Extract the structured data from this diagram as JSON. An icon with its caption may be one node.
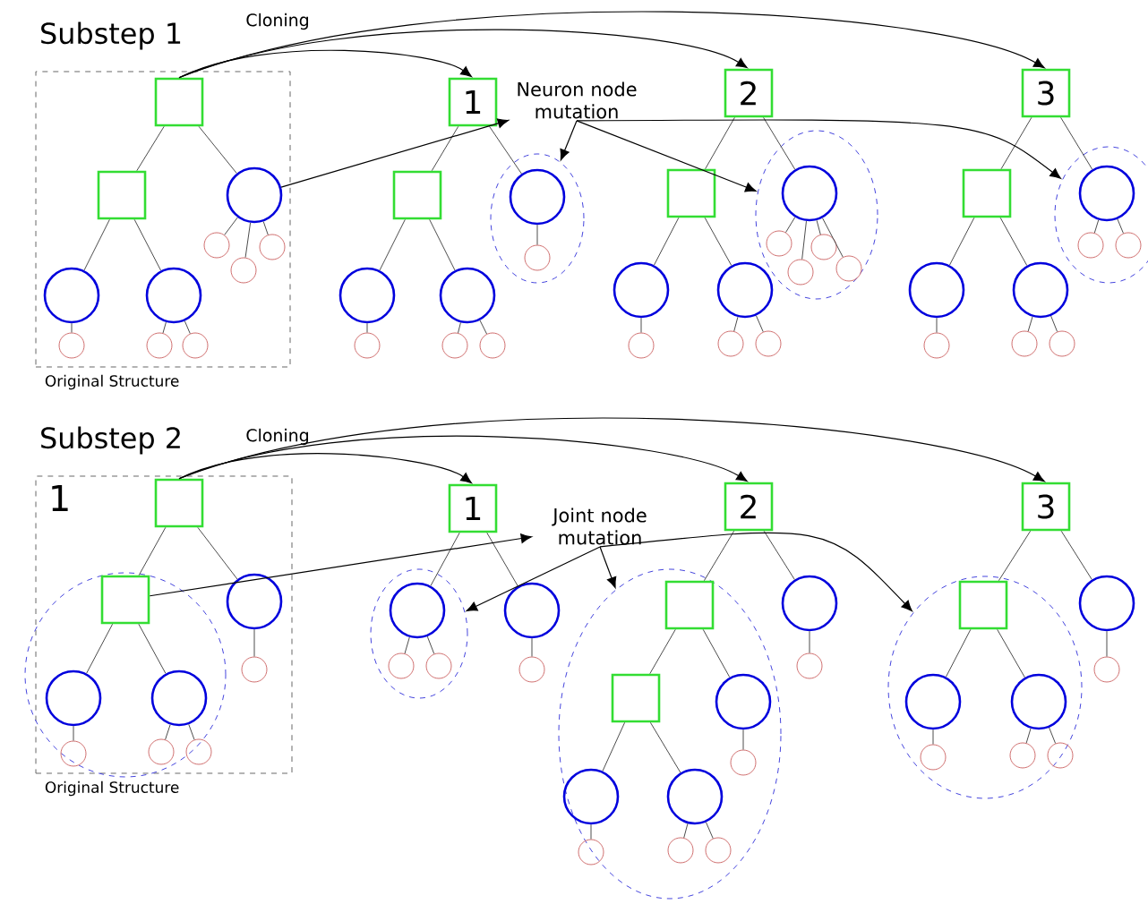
{
  "diagram": {
    "nodes": [
      {
        "text": [
          "Original Structure"
        ]
      },
      {
        "text": [],
        "shape": "box",
        "in": 0
      },
      {
        "text": [],
        "shape": "box",
        "in": 0
      },
      {
        "text": [],
        "shape": "circle",
        "in": 0
      },
      {
        "text": [],
        "shape": "circle",
        "in": 0
      },
      {
        "text": [],
        "shape": "circle",
        "in": 0
      },
      {
        "text": [],
        "shape": "circle",
        "in": 0
      },
      {
        "text": [],
        "shape": "circle",
        "in": 0
      },
      {
        "text": [],
        "shape": "circle",
        "in": 0
      },
      {
        "text": [],
        "shape": "circle",
        "in": 0
      },
      {
        "text": [],
        "shape": "circle",
        "in": 0
      },
      {
        "text": [],
        "shape": "circle",
        "in": 0
      },
      {
        "text": [
          "1"
        ]
      },
      {
        "text": [],
        "shape": "box"
      },
      {
        "text": [],
        "shape": "ellipse"
      },
      {
        "text": [],
        "shape": "circle",
        "in": 14
      },
      {
        "text": [],
        "shape": "circle",
        "in": 14
      },
      {
        "text": [],
        "shape": "circle"
      },
      {
        "text": [],
        "shape": "circle"
      },
      {
        "text": [],
        "shape": "circle"
      },
      {
        "text": [],
        "shape": "circle"
      },
      {
        "text": [],
        "shape": "circle"
      },
      {
        "text": [
          "Neuron node mutation"
        ]
      },
      {
        "text": [
          "2"
        ]
      },
      {
        "text": [],
        "shape": "box"
      },
      {
        "text": [],
        "shape": "ellipse"
      },
      {
        "text": [],
        "shape": "circle",
        "in": 25
      },
      {
        "text": [],
        "shape": "circle",
        "in": 25
      },
      {
        "text": [],
        "shape": "circle",
        "in": 25
      },
      {
        "text": [],
        "shape": "circle",
        "in": 25
      },
      {
        "text": [],
        "shape": "circle",
        "in": 25
      },
      {
        "text": [],
        "shape": "circle"
      },
      {
        "text": [],
        "shape": "circle"
      },
      {
        "text": [],
        "shape": "circle"
      },
      {
        "text": [],
        "shape": "circle"
      },
      {
        "text": [],
        "shape": "circle"
      },
      {
        "text": [
          "3"
        ]
      },
      {
        "text": [],
        "shape": "box"
      },
      {
        "text": [],
        "shape": "ellipse"
      },
      {
        "text": [],
        "shape": "circle",
        "in": 38
      },
      {
        "text": [],
        "shape": "circle",
        "in": 38
      },
      {
        "text": [],
        "shape": "circle",
        "in": 38
      },
      {
        "text": [],
        "shape": "circle"
      },
      {
        "text": [],
        "shape": "circle"
      },
      {
        "text": [],
        "shape": "circle"
      },
      {
        "text": [],
        "shape": "circle"
      },
      {
        "text": [],
        "shape": "circle"
      },
      {
        "text": [
          "1",
          "Original Structure"
        ]
      },
      {
        "text": [],
        "shape": "box",
        "in": 47
      },
      {
        "text": [],
        "shape": "ellipse"
      },
      {
        "text": [],
        "shape": "box",
        "in": 49
      },
      {
        "text": [],
        "shape": "circle",
        "in": 47
      },
      {
        "text": [],
        "shape": "circle",
        "in": 47
      },
      {
        "text": [],
        "shape": "circle",
        "in": 49
      },
      {
        "text": [],
        "shape": "circle",
        "in": 49
      },
      {
        "text": [],
        "shape": "circle",
        "in": 49
      },
      {
        "text": [],
        "shape": "circle",
        "in": 49
      },
      {
        "text": [],
        "shape": "circle",
        "in": 49
      },
      {
        "text": [
          "1"
        ]
      },
      {
        "text": [],
        "shape": "ellipse"
      },
      {
        "text": [],
        "shape": "circle",
        "in": 59
      },
      {
        "text": [],
        "shape": "circle",
        "in": 59
      },
      {
        "text": [],
        "shape": "circle",
        "in": 59
      },
      {
        "text": [],
        "shape": "circle"
      },
      {
        "text": [],
        "shape": "circle"
      },
      {
        "text": [
          "Joint node mutation"
        ]
      },
      {
        "text": [
          "2"
        ]
      },
      {
        "text": [],
        "shape": "ellipse"
      },
      {
        "text": [],
        "shape": "box",
        "in": 67
      },
      {
        "text": [],
        "shape": "box",
        "in": 67
      },
      {
        "text": [],
        "shape": "circle",
        "in": 67
      },
      {
        "text": [],
        "shape": "circle",
        "in": 67
      },
      {
        "text": [],
        "shape": "circle",
        "in": 67
      },
      {
        "text": [],
        "shape": "circle",
        "in": 67
      },
      {
        "text": [],
        "shape": "circle"
      },
      {
        "text": [],
        "shape": "circle",
        "in": 67
      },
      {
        "text": [],
        "shape": "circle",
        "in": 67
      },
      {
        "text": [],
        "shape": "circle"
      },
      {
        "text": [],
        "shape": "circle"
      },
      {
        "text": [
          "3"
        ]
      },
      {
        "text": [],
        "shape": "ellipse"
      },
      {
        "text": [],
        "shape": "box",
        "in": 80
      },
      {
        "text": [],
        "shape": "circle",
        "in": 80
      },
      {
        "text": [],
        "shape": "circle",
        "in": 80
      },
      {
        "text": [],
        "shape": "circle",
        "in": 80
      },
      {
        "text": [],
        "shape": "circle",
        "in": 80
      },
      {
        "text": [],
        "shape": "circle",
        "in": 80
      },
      {
        "text": [],
        "shape": "circle"
      },
      {
        "text": [],
        "shape": "circle"
      }
    ],
    "edges": [
      {
        "from": 1,
        "to": 2,
        "arrow": "none"
      },
      {
        "from": 1,
        "to": 3,
        "arrow": "none"
      },
      {
        "from": 2,
        "to": 4,
        "arrow": "none"
      },
      {
        "from": 2,
        "to": 5,
        "arrow": "none"
      },
      {
        "from": 4,
        "to": 6,
        "arrow": "none"
      },
      {
        "from": 5,
        "to": 7,
        "arrow": "none"
      },
      {
        "from": 5,
        "to": 8,
        "arrow": "none"
      },
      {
        "from": 3,
        "to": 9,
        "arrow": "none"
      },
      {
        "from": 3,
        "to": 10,
        "arrow": "none"
      },
      {
        "from": 3,
        "to": 11,
        "arrow": "none"
      },
      {
        "from": 12,
        "to": 13,
        "arrow": "none"
      },
      {
        "from": 12,
        "to": 15,
        "arrow": "none"
      },
      {
        "from": 13,
        "to": 17,
        "arrow": "none"
      },
      {
        "from": 13,
        "to": 18,
        "arrow": "none"
      },
      {
        "from": 17,
        "to": 19,
        "arrow": "none"
      },
      {
        "from": 18,
        "to": 20,
        "arrow": "none"
      },
      {
        "from": 18,
        "to": 21,
        "arrow": "none"
      },
      {
        "from": 15,
        "to": 16,
        "arrow": "none"
      },
      {
        "from": 23,
        "to": 24,
        "arrow": "none"
      },
      {
        "from": 23,
        "to": 26,
        "arrow": "none"
      },
      {
        "from": 24,
        "to": 31,
        "arrow": "none"
      },
      {
        "from": 24,
        "to": 32,
        "arrow": "none"
      },
      {
        "from": 31,
        "to": 33,
        "arrow": "none"
      },
      {
        "from": 32,
        "to": 34,
        "arrow": "none"
      },
      {
        "from": 32,
        "to": 35,
        "arrow": "none"
      },
      {
        "from": 26,
        "to": 27,
        "arrow": "none"
      },
      {
        "from": 26,
        "to": 28,
        "arrow": "none"
      },
      {
        "from": 26,
        "to": 29,
        "arrow": "none"
      },
      {
        "from": 26,
        "to": 30,
        "arrow": "none"
      },
      {
        "from": 36,
        "to": 37,
        "arrow": "none"
      },
      {
        "from": 36,
        "to": 39,
        "arrow": "none"
      },
      {
        "from": 37,
        "to": 42,
        "arrow": "none"
      },
      {
        "from": 37,
        "to": 43,
        "arrow": "none"
      },
      {
        "from": 42,
        "to": 44,
        "arrow": "none"
      },
      {
        "from": 43,
        "to": 45,
        "arrow": "none"
      },
      {
        "from": 43,
        "to": 46,
        "arrow": "none"
      },
      {
        "from": 39,
        "to": 40,
        "arrow": "none"
      },
      {
        "from": 39,
        "to": 41,
        "arrow": "none"
      },
      {
        "from": 1,
        "to": 12,
        "arrow": "to",
        "label": "Cloning"
      },
      {
        "from": 1,
        "to": 23,
        "arrow": "to"
      },
      {
        "from": 1,
        "to": 36,
        "arrow": "to"
      },
      {
        "from": 3,
        "to": 22,
        "arrow": "to"
      },
      {
        "from": 22,
        "to": 14,
        "arrow": "to"
      },
      {
        "from": 22,
        "to": 25,
        "arrow": "to"
      },
      {
        "from": 22,
        "to": 38,
        "arrow": "to"
      },
      {
        "from": 48,
        "to": 50,
        "arrow": "none"
      },
      {
        "from": 48,
        "to": 51,
        "arrow": "none"
      },
      {
        "from": 51,
        "to": 52,
        "arrow": "none"
      },
      {
        "from": 50,
        "to": 53,
        "arrow": "none"
      },
      {
        "from": 50,
        "to": 54,
        "arrow": "none"
      },
      {
        "from": 53,
        "to": 55,
        "arrow": "none"
      },
      {
        "from": 54,
        "to": 56,
        "arrow": "none"
      },
      {
        "from": 54,
        "to": 57,
        "arrow": "none"
      },
      {
        "from": 58,
        "to": 60,
        "arrow": "none"
      },
      {
        "from": 58,
        "to": 63,
        "arrow": "none"
      },
      {
        "from": 60,
        "to": 61,
        "arrow": "none"
      },
      {
        "from": 60,
        "to": 62,
        "arrow": "none"
      },
      {
        "from": 63,
        "to": 64,
        "arrow": "none"
      },
      {
        "from": 66,
        "to": 68,
        "arrow": "none"
      },
      {
        "from": 66,
        "to": 77,
        "arrow": "none"
      },
      {
        "from": 77,
        "to": 78,
        "arrow": "none"
      },
      {
        "from": 68,
        "to": 69,
        "arrow": "none"
      },
      {
        "from": 68,
        "to": 70,
        "arrow": "none"
      },
      {
        "from": 70,
        "to": 71,
        "arrow": "none"
      },
      {
        "from": 69,
        "to": 72,
        "arrow": "none"
      },
      {
        "from": 69,
        "to": 73,
        "arrow": "none"
      },
      {
        "from": 72,
        "to": 74,
        "arrow": "none"
      },
      {
        "from": 73,
        "to": 75,
        "arrow": "none"
      },
      {
        "from": 73,
        "to": 76,
        "arrow": "none"
      },
      {
        "from": 79,
        "to": 81,
        "arrow": "none"
      },
      {
        "from": 79,
        "to": 87,
        "arrow": "none"
      },
      {
        "from": 87,
        "to": 88,
        "arrow": "none"
      },
      {
        "from": 81,
        "to": 82,
        "arrow": "none"
      },
      {
        "from": 81,
        "to": 83,
        "arrow": "none"
      },
      {
        "from": 82,
        "to": 84,
        "arrow": "none"
      },
      {
        "from": 83,
        "to": 85,
        "arrow": "none"
      },
      {
        "from": 83,
        "to": 86,
        "arrow": "none"
      },
      {
        "from": 48,
        "to": 58,
        "arrow": "to",
        "label": "Cloning"
      },
      {
        "from": 48,
        "to": 66,
        "arrow": "to"
      },
      {
        "from": 48,
        "to": 79,
        "arrow": "to"
      },
      {
        "from": 50,
        "to": 65,
        "arrow": "to"
      },
      {
        "from": 65,
        "to": 59,
        "arrow": "to"
      },
      {
        "from": 65,
        "to": 67,
        "arrow": "to"
      },
      {
        "from": 65,
        "to": 80,
        "arrow": "to"
      }
    ],
    "labels": [
      "Substep 1",
      "Substep 2"
    ]
  }
}
